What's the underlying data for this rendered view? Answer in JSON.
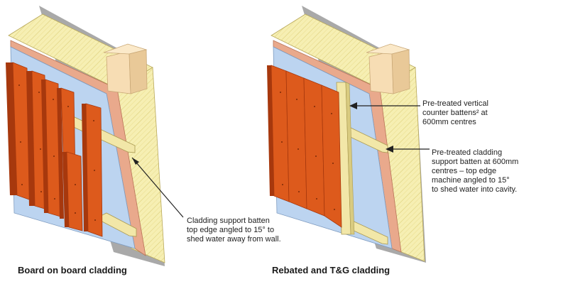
{
  "colors": {
    "shadow": "#a7a7a7",
    "insulation": "#f6efb3",
    "insulation_hatch": "#ddd07a",
    "sheathing_board": "#e9a98c",
    "breather_membrane": "#bcd4f0",
    "batten": "#f2e7a8",
    "stud_block": "#f7ddb4",
    "cladding": "#dd5a1c",
    "cladding_dark": "#a7380d",
    "arrow": "#222222"
  },
  "annotations": {
    "left_batten": "Cladding support batten\ntop edge angled to 15° to\nshed water away from wall.",
    "counter_battens": "Pre-treated vertical\ncounter battens² at\n600mm centres",
    "support_batten": "Pre-treated cladding\nsupport batten at 600mm\ncentres – top edge\nmachine angled to 15°\nto shed water into cavity."
  },
  "captions": {
    "left": "Board on board cladding",
    "right": "Rebated and T&G cladding"
  }
}
